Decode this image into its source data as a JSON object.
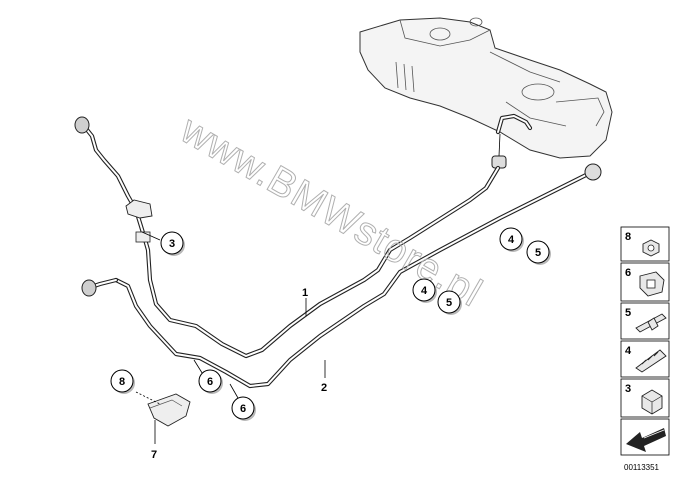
{
  "watermark": "www.BMWstore.pl",
  "diagram_code": "00113351",
  "callouts": [
    {
      "id": "pipe-1",
      "label": "1"
    },
    {
      "id": "pipe-2",
      "label": "2"
    },
    {
      "id": "bracket-7",
      "label": "7"
    },
    {
      "id": "circle-3",
      "label": "3"
    },
    {
      "id": "circle-4a",
      "label": "4"
    },
    {
      "id": "circle-5a",
      "label": "5"
    },
    {
      "id": "circle-4b",
      "label": "4"
    },
    {
      "id": "circle-5b",
      "label": "5"
    },
    {
      "id": "circle-6a",
      "label": "6"
    },
    {
      "id": "circle-6b",
      "label": "6"
    },
    {
      "id": "circle-8",
      "label": "8"
    }
  ],
  "parts_panel": [
    {
      "label": "8",
      "icon": "nut-icon"
    },
    {
      "label": "6",
      "icon": "clip-icon"
    },
    {
      "label": "5",
      "icon": "holder-icon"
    },
    {
      "label": "4",
      "icon": "pipe-clip-icon"
    },
    {
      "label": "3",
      "icon": "hex-nut-icon"
    },
    {
      "label": "",
      "icon": "arrow-icon"
    }
  ]
}
